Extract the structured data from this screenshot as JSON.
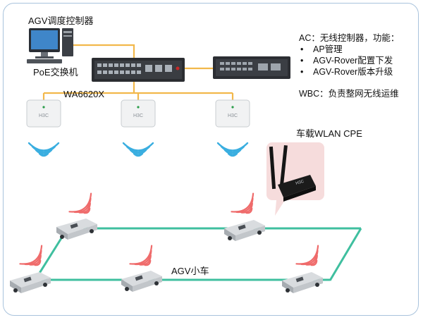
{
  "labels": {
    "controller": "AGV调度控制器",
    "poe_switch": "PoE交换机",
    "ap_model": "WA6620X",
    "cpe": "车载WLAN  CPE",
    "agv": "AGV小车",
    "ap_brand": "H3C",
    "cpe_brand": "H3C"
  },
  "info": {
    "ac_title": "AC：无线控制器，功能：",
    "ac_items": [
      "AP管理",
      "AGV-Rover配置下发",
      "AGV-Rover版本升级"
    ],
    "wbc": "WBC：负责整网无线运维"
  },
  "colors": {
    "frame": "#a9c3dc",
    "uplink": "#f2b84b",
    "track": "#3fbf9f",
    "signal_ap": "#3aaee0",
    "signal_agv": "#ef6b6b",
    "cpe_bubble": "#f6dcdc"
  }
}
